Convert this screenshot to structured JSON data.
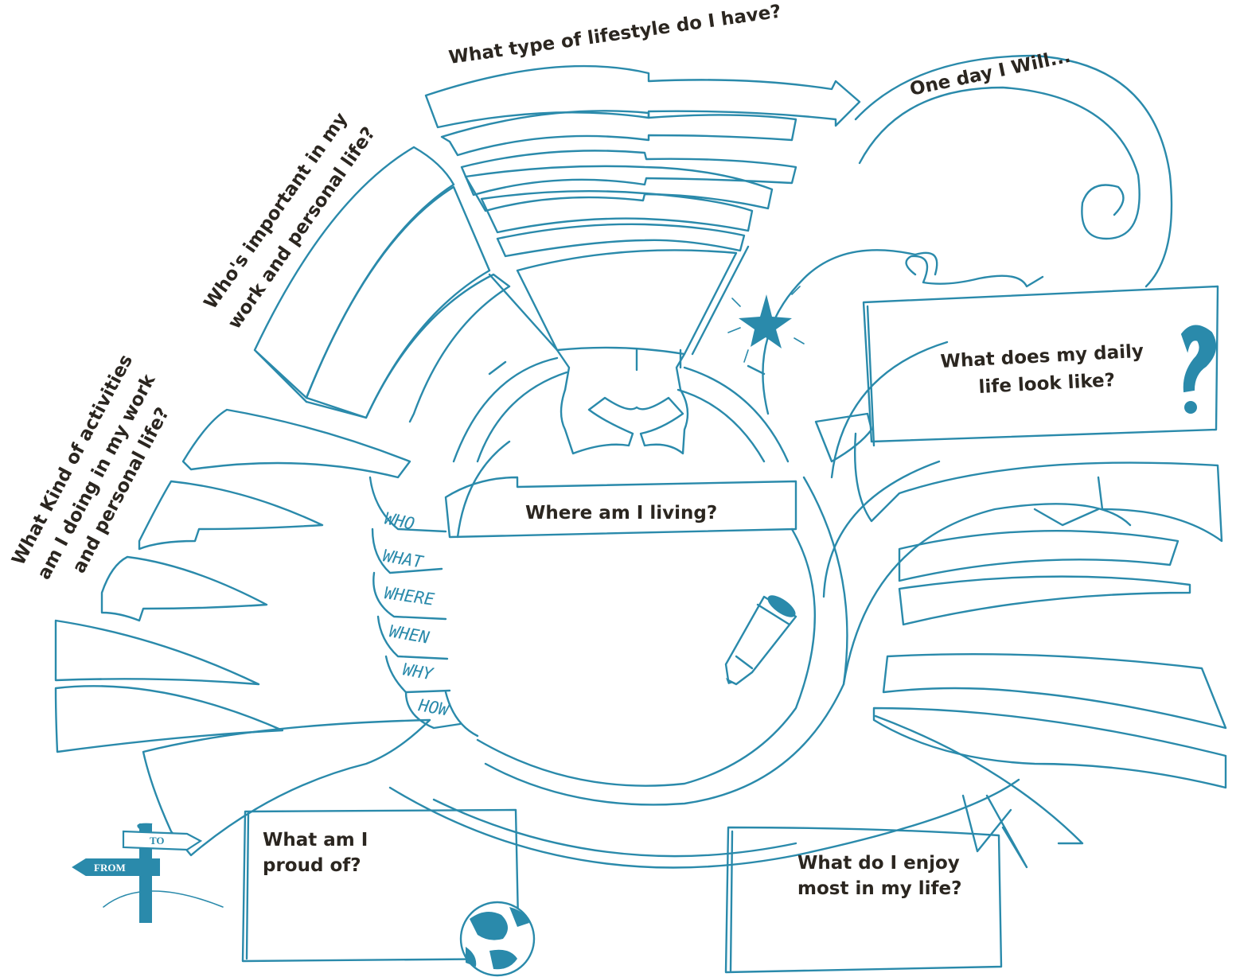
{
  "colors": {
    "line": "#2a8aab",
    "text": "#2b2620",
    "background": "#ffffff"
  },
  "headings": {
    "lifestyle": "What type of lifestyle do I have?",
    "one_day": "One day I Will...",
    "important_line1": "Who's important in my",
    "important_line2": "work and personal life?",
    "activities_line1": "What Kind of activities",
    "activities_line2": "am I doing in my work",
    "activities_line3": "and personal life?",
    "daily_line1": "What does my daily",
    "daily_line2": "life look like?",
    "living": "Where am I living?",
    "proud_line1": "What am I",
    "proud_line2": "proud of?",
    "enjoy_line1": "What do I enjoy",
    "enjoy_line2": "most in my life?"
  },
  "w_questions": [
    "WHO",
    "WHAT",
    "WHERE",
    "WHEN",
    "WHY",
    "HOW"
  ],
  "signpost": {
    "to": "TO",
    "from": "FROM"
  },
  "icons": [
    "star-icon",
    "question-mark-icon",
    "pencil-icon",
    "globe-icon",
    "signpost-icon",
    "swirl-icon",
    "arrow-icon"
  ]
}
